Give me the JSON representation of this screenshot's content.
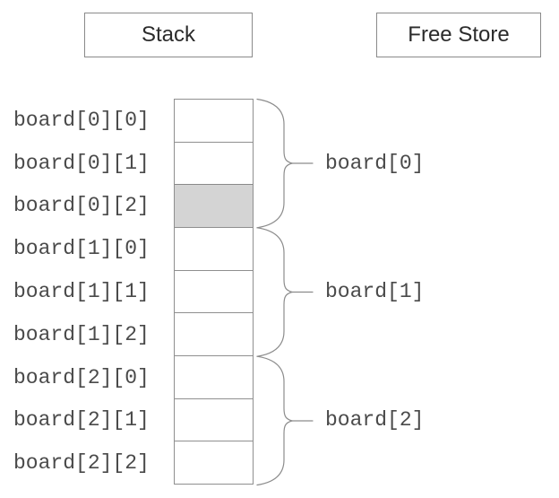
{
  "title_boxes": {
    "stack": "Stack",
    "free_store": "Free Store"
  },
  "memory_cells": [
    {
      "label": "board[0][0]",
      "shaded": false
    },
    {
      "label": "board[0][1]",
      "shaded": false
    },
    {
      "label": "board[0][2]",
      "shaded": true
    },
    {
      "label": "board[1][0]",
      "shaded": false
    },
    {
      "label": "board[1][1]",
      "shaded": false
    },
    {
      "label": "board[1][2]",
      "shaded": false
    },
    {
      "label": "board[2][0]",
      "shaded": false
    },
    {
      "label": "board[2][1]",
      "shaded": false
    },
    {
      "label": "board[2][2]",
      "shaded": false
    }
  ],
  "row_groups": [
    {
      "label": "board[0]"
    },
    {
      "label": "board[1]"
    },
    {
      "label": "board[2]"
    }
  ],
  "colors": {
    "line": "#8c8c8c",
    "cell_border": "#8f8f8f",
    "shaded_cell_fill": "#d4d4d4",
    "mono_text": "#4a4a4a",
    "header_text": "#2b2b2b",
    "background": "#ffffff"
  }
}
